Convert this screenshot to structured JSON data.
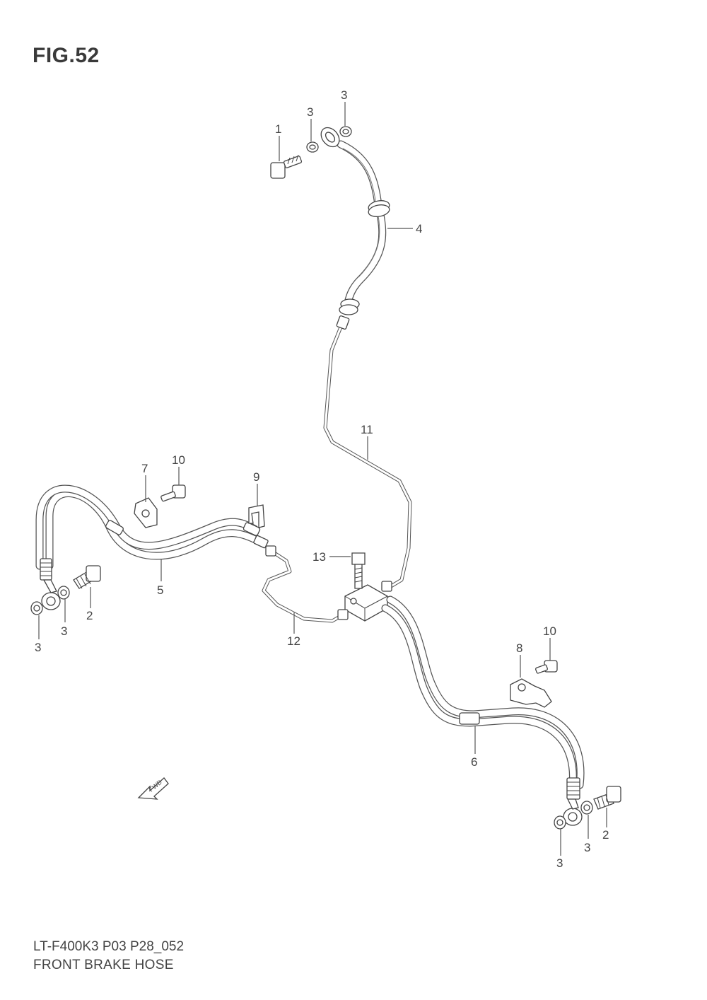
{
  "figure": {
    "title": "FIG.52",
    "model_code": "LT-F400K3 P03 P28_052",
    "name": "FRONT BRAKE  HOSE"
  },
  "callouts": {
    "c1": "1",
    "c3_top_a": "3",
    "c3_top_b": "3",
    "c4": "4",
    "c11": "11",
    "c7": "7",
    "c10_left": "10",
    "c9": "9",
    "c13": "13",
    "c5": "5",
    "c2_left": "2",
    "c3_left_a": "3",
    "c3_left_b": "3",
    "c12": "12",
    "c10_right": "10",
    "c8": "8",
    "c6": "6",
    "c2_right": "2",
    "c3_right_a": "3",
    "c3_right_b": "3"
  },
  "fwd_label": "FWD"
}
